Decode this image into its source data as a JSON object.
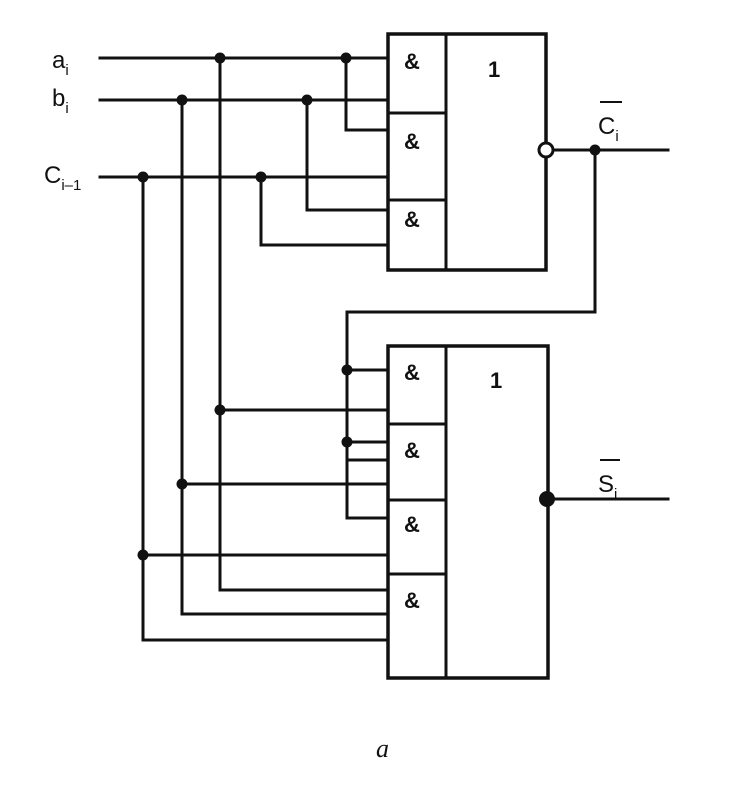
{
  "signals": {
    "a": {
      "base": "a",
      "sub": "i"
    },
    "b": {
      "base": "b",
      "sub": "i"
    },
    "c_in": {
      "base": "C",
      "sub": "i–1"
    },
    "carry_out": {
      "base": "C",
      "sub": "i"
    },
    "sum_out": {
      "base": "S",
      "sub": "i"
    }
  },
  "carry_block": {
    "and_symbol": "&",
    "or_symbol": "1",
    "and_gates": 3
  },
  "sum_block": {
    "and_symbol": "&",
    "or_symbol": "1",
    "and_gates": 4
  },
  "caption": "a"
}
